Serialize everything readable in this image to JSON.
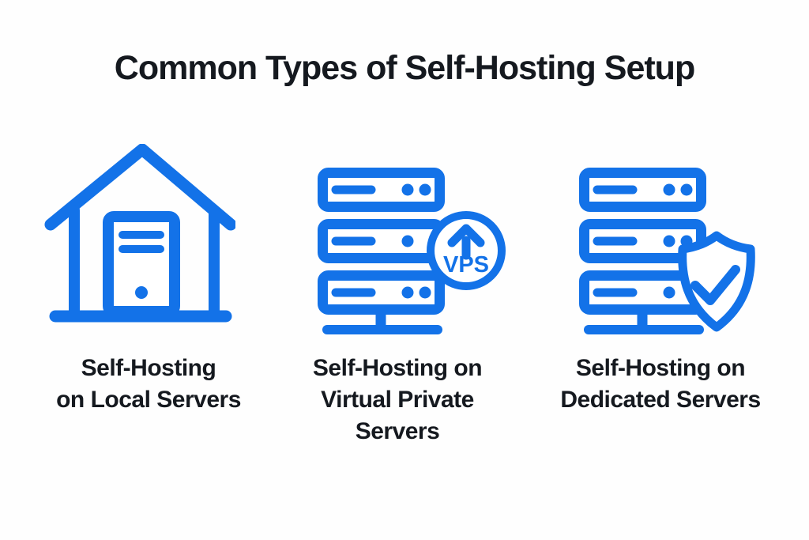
{
  "theme": {
    "accent_blue": "#1372e8",
    "text_color": "#15191f",
    "background": "#fefefe"
  },
  "title": "Common Types of Self-Hosting Setup",
  "items": [
    {
      "icon": "home-server-icon",
      "label_lines": [
        "Self-Hosting",
        "on Local Servers"
      ]
    },
    {
      "icon": "vps-server-icon",
      "badge": "VPS",
      "label_lines": [
        "Self-Hosting on",
        "Virtual Private",
        "Servers"
      ]
    },
    {
      "icon": "dedicated-server-shield-icon",
      "label_lines": [
        "Self-Hosting on",
        "Dedicated Servers"
      ]
    }
  ]
}
